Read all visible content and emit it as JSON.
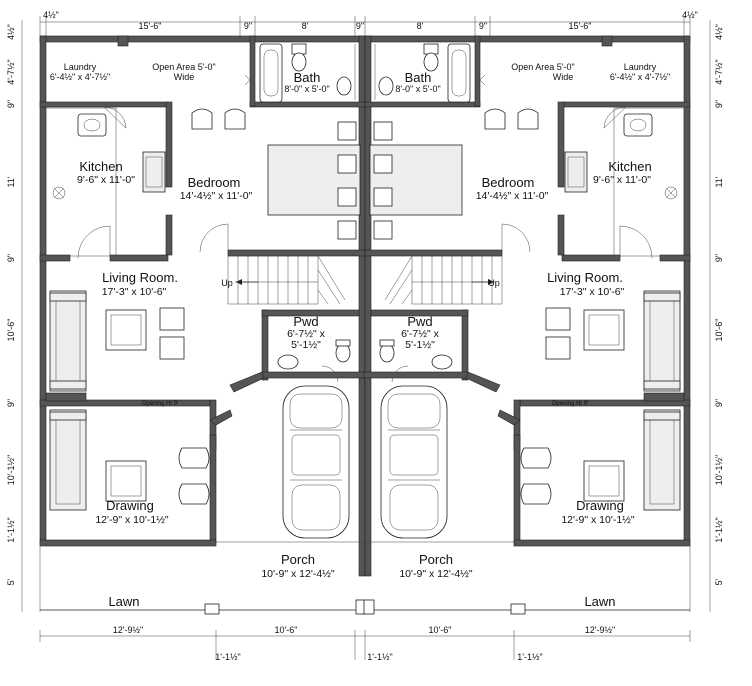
{
  "dims": {
    "top": [
      "4½\"",
      "15'-6\"",
      "9\"",
      "8'",
      "9\"",
      "8'",
      "9\"",
      "15'-6\"",
      "4½\""
    ],
    "side": [
      "4½\"",
      "4'-7½\"",
      "9\"",
      "11'",
      "9\"",
      "10'-6\"",
      "9\"",
      "10'-1½\"",
      "1'-1½\"",
      "5'"
    ],
    "bottom": [
      "12'-9½\"",
      "10'-6\"",
      "1'-1½\""
    ]
  },
  "rooms": {
    "laundry": {
      "name": "Laundry",
      "size": "6'-4½\" x 4'-7½\""
    },
    "open_area": {
      "line1": "Open Area 5'-0\"",
      "line2": "Wide"
    },
    "bath": {
      "name": "Bath",
      "size": "8'-0\" x 5'-0\""
    },
    "kitchen": {
      "name": "Kitchen",
      "size": "9'-6\" x 11'-0\""
    },
    "bedroom": {
      "name": "Bedroom",
      "size": "14'-4½\" x 11'-0\""
    },
    "living": {
      "name": "Living Room.",
      "size": "17'-3\" x 10'-6\""
    },
    "pwd": {
      "name": "Pwd",
      "size1": "6'-7½\" x",
      "size2": "5'-1½\""
    },
    "drawing": {
      "name": "Drawing",
      "size": "12'-9\" x 10'-1½\""
    },
    "porch": {
      "name": "Porch",
      "size": "10'-9\" x 12'-4½\""
    },
    "lawn": {
      "name": "Lawn"
    }
  },
  "labels": {
    "up": "Up",
    "opening": "Opening Ht 9'"
  }
}
